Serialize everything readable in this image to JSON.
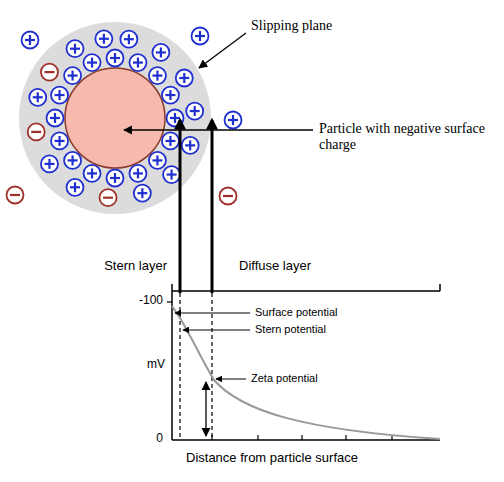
{
  "diagram": {
    "labels": [
      "Slipping plane",
      "Particle with negative surface charge",
      "Stern layer",
      "Diffuse layer",
      "-100",
      "mV",
      "0",
      "Surface potential",
      "Stern potential",
      "Zeta potential",
      "Distance from particle surface"
    ]
  }
}
